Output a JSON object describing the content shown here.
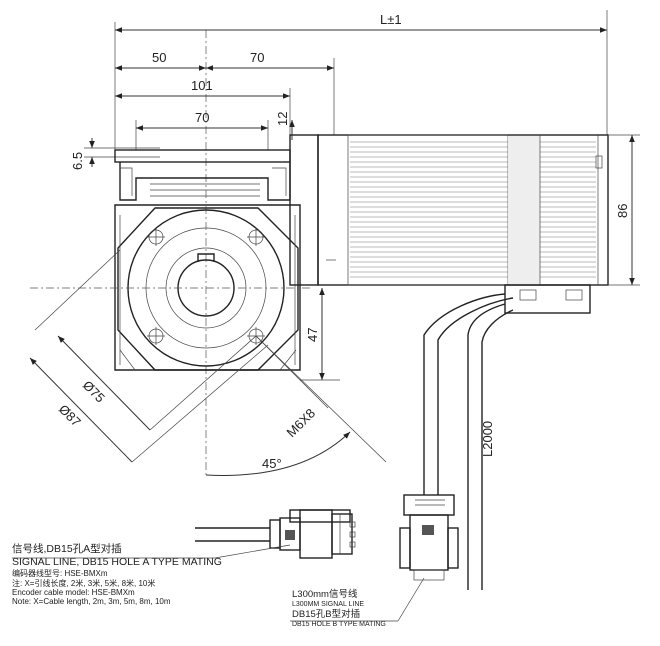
{
  "dimensions": {
    "overall_length": "L±1",
    "d50": "50",
    "d70_top": "70",
    "d101": "101",
    "d70_mid": "70",
    "d12": "12",
    "d6_5": "6.5",
    "d86": "86",
    "d47": "47",
    "d75": "Ø75",
    "d87": "Ø87",
    "thread": "M6X8",
    "angle": "45°",
    "cable_length": "L2000"
  },
  "notes": {
    "signal_cn": "信号线,DB15孔A型对插",
    "signal_en": "SIGNAL LINE, DB15 HOLE A TYPE MATING",
    "encoder_cn": "编码器线型号: HSE-BMXm",
    "length_cn": "注: X=引线长度, 2米, 3米, 5米, 8米, 10米",
    "encoder_en": "Encoder cable model: HSE-BMXm",
    "length_en": "Note: X=Cable length, 2m, 3m, 5m, 8m, 10m",
    "short_cn": "L300mm信号线",
    "short_en": "L300MM SIGNAL LINE",
    "b_cn": "DB15孔B型对插",
    "b_en": "DB15 HOLE B TYPE MATING"
  }
}
